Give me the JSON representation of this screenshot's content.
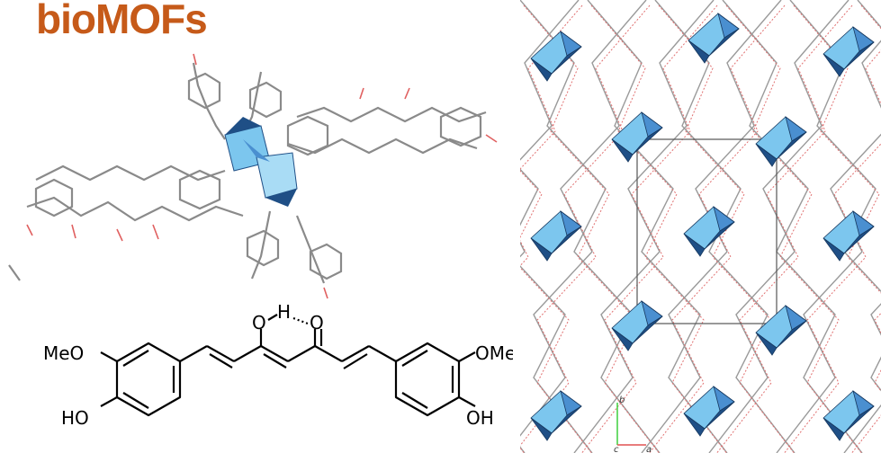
{
  "slide": {
    "title": "bioMOFs",
    "title_color": "#c65a19"
  },
  "molecule": {
    "labels": {
      "meo": "MeO",
      "ho": "HO",
      "ome": "OMe",
      "oh": "OH",
      "enol_o": "O",
      "enol_h": "H",
      "keto_o": "O"
    }
  },
  "crystal": {
    "axis_b": "b",
    "axis_c": "c",
    "axis_a": "a",
    "polyhedron_color_light": "#7cc6ee",
    "polyhedron_color_dark": "#1f4f86"
  }
}
